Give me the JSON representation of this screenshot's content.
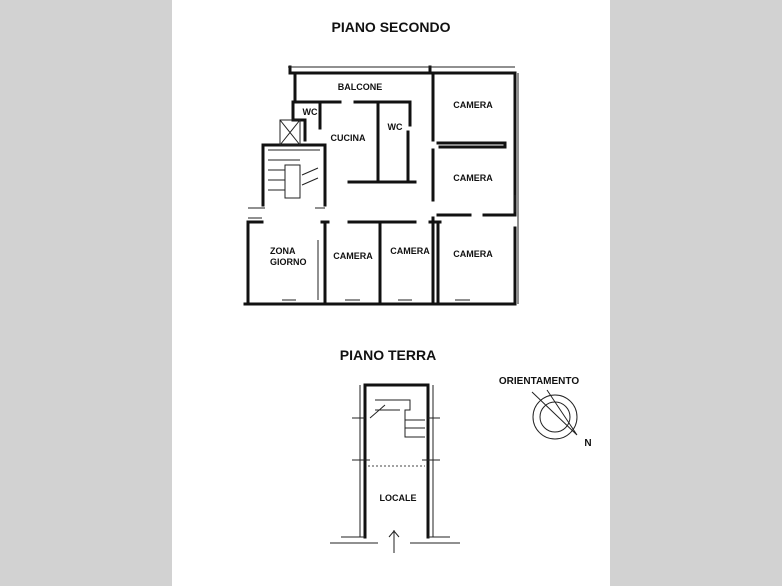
{
  "second_floor": {
    "title": "PIANO SECONDO",
    "rooms": {
      "balcone": "BALCONE",
      "wc1": "WC",
      "cucina": "CUCINA",
      "wc2": "WC",
      "camera_top_right": "CAMERA",
      "camera_mid_right": "CAMERA",
      "zona_giorno_1": "ZONA",
      "zona_giorno_2": "GIORNO",
      "camera_bottom_1": "CAMERA",
      "camera_bottom_2": "CAMERA",
      "camera_bottom_3": "CAMERA"
    }
  },
  "ground_floor": {
    "title": "PIANO TERRA",
    "rooms": {
      "locale": "LOCALE"
    }
  },
  "orientation": {
    "label": "ORIENTAMENTO",
    "north": "N"
  }
}
